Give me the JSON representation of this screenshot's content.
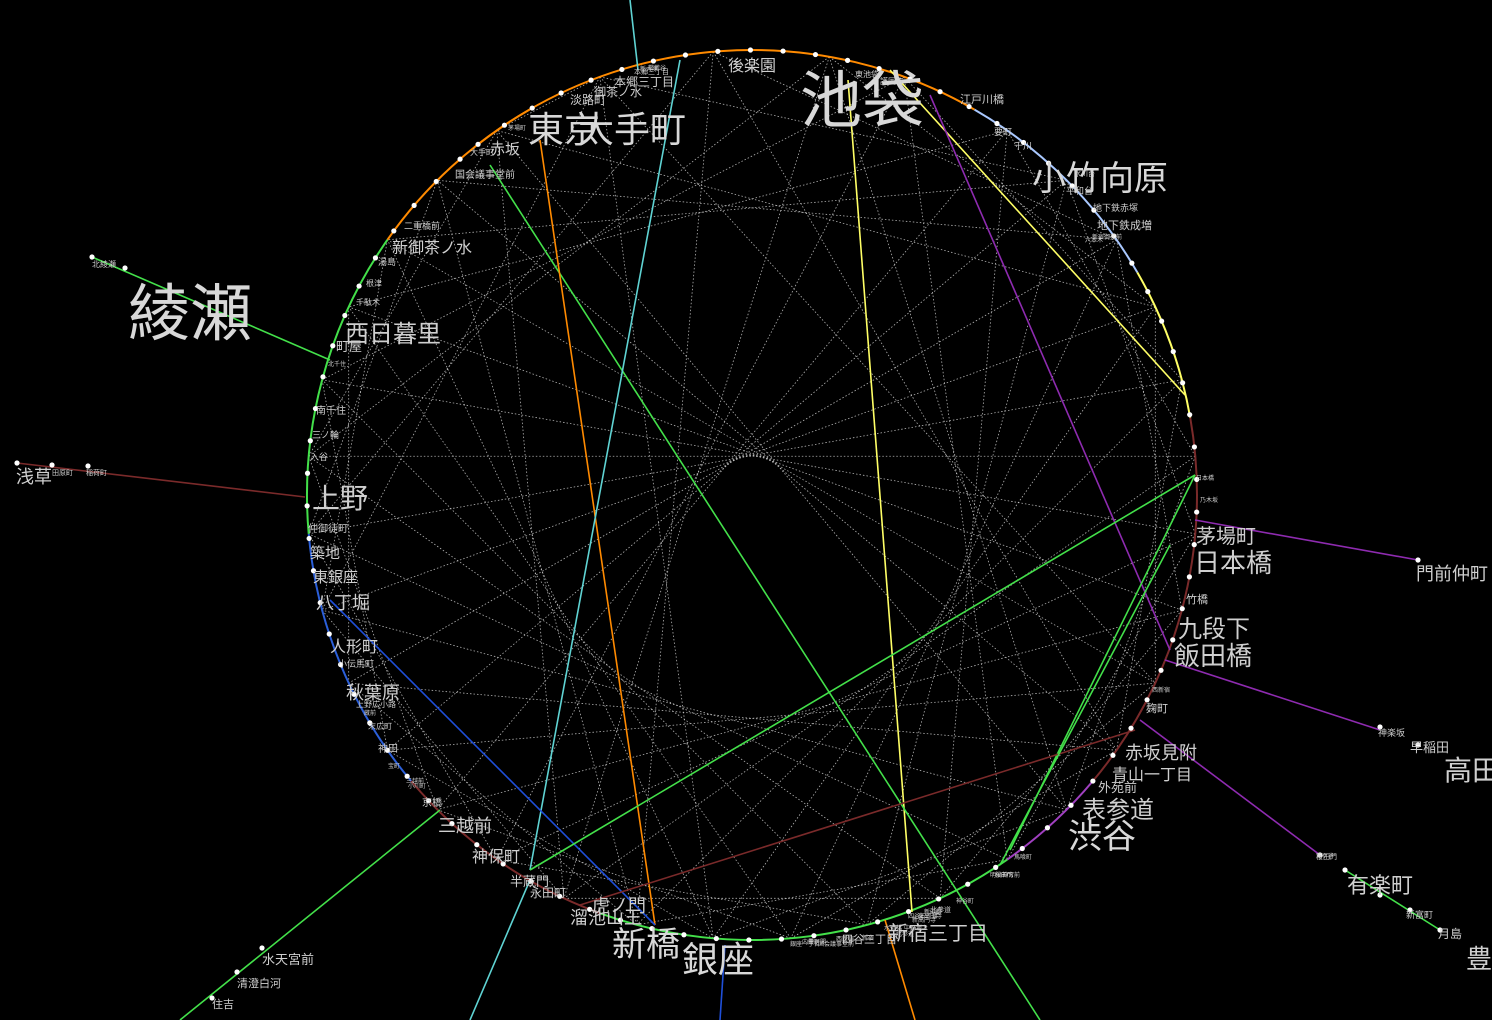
{
  "diagram": {
    "circle_segments": [
      {
        "color": "#ff8a00"
      },
      {
        "color": "#a9c8ff"
      },
      {
        "color": "#ffff66"
      },
      {
        "color": "#7a2a2a"
      },
      {
        "color": "#a040c0"
      },
      {
        "color": "#2b5fd9"
      },
      {
        "color": "#43e04a"
      }
    ],
    "lines": [
      {
        "color": "#5fd3d3",
        "style": "solid"
      },
      {
        "color": "#ffff66",
        "style": "solid"
      },
      {
        "color": "#ffff66",
        "style": "solid"
      },
      {
        "color": "#8e2bb0",
        "style": "solid"
      },
      {
        "color": "#43e04a",
        "style": "solid"
      },
      {
        "color": "#ff8a00",
        "style": "solid"
      },
      {
        "color": "#5fd3d3",
        "style": "solid"
      },
      {
        "color": "#1f4fd9",
        "style": "solid"
      },
      {
        "color": "#43e04a",
        "style": "solid"
      },
      {
        "color": "#43e04a",
        "style": "solid"
      },
      {
        "color": "#7a2a2a",
        "style": "solid"
      },
      {
        "color": "#ff8a00",
        "style": "solid"
      },
      {
        "color": "#43e04a",
        "style": "solid"
      },
      {
        "color": "#5fd3d3",
        "style": "solid"
      },
      {
        "color": "#1f4fd9",
        "style": "solid"
      },
      {
        "color": "#43e04a",
        "style": "solid"
      },
      {
        "color": "#43e04a",
        "style": "solid"
      },
      {
        "color": "#7a2a2a",
        "style": "solid"
      },
      {
        "color": "#8e2bb0",
        "style": "solid"
      },
      {
        "color": "#8e2bb0",
        "style": "solid"
      },
      {
        "color": "#8e2bb0",
        "style": "solid"
      },
      {
        "color": "#43e04a",
        "style": "solid"
      },
      {
        "color": "#cfcfcf",
        "style": "dotted"
      }
    ],
    "labels": [
      {
        "text": "池袋"
      },
      {
        "text": "東京"
      },
      {
        "text": "大手町"
      },
      {
        "text": "小竹向原"
      },
      {
        "text": "綾瀬"
      },
      {
        "text": "西日暮里"
      },
      {
        "text": "上野"
      },
      {
        "text": "八丁堀"
      },
      {
        "text": "秋葉原"
      },
      {
        "text": "人形町"
      },
      {
        "text": "三越前"
      },
      {
        "text": "神保町"
      },
      {
        "text": "茅場町"
      },
      {
        "text": "日本橋"
      },
      {
        "text": "九段下"
      },
      {
        "text": "飯田橋"
      },
      {
        "text": "赤坂見附"
      },
      {
        "text": "青山一丁目"
      },
      {
        "text": "表参道"
      },
      {
        "text": "渋谷"
      },
      {
        "text": "新宿三丁目"
      },
      {
        "text": "新橋"
      },
      {
        "text": "銀座"
      },
      {
        "text": "溜池山王"
      },
      {
        "text": "後楽園"
      },
      {
        "text": "新御茶ノ水"
      },
      {
        "text": "赤坂"
      },
      {
        "text": "国会議事堂前"
      },
      {
        "text": "浅草"
      },
      {
        "text": "門前仲町"
      },
      {
        "text": "有楽町"
      },
      {
        "text": "高田"
      },
      {
        "text": "豊"
      },
      {
        "text": "水天宮前"
      },
      {
        "text": "清澄白河"
      },
      {
        "text": "住吉"
      },
      {
        "text": "神楽坂"
      },
      {
        "text": "早稲田"
      },
      {
        "text": "月島"
      },
      {
        "text": "新富町"
      },
      {
        "text": "半蔵門"
      },
      {
        "text": "永田町"
      },
      {
        "text": "虎ノ門"
      },
      {
        "text": "築地"
      },
      {
        "text": "東銀座"
      },
      {
        "text": "仲御徒町"
      },
      {
        "text": "小伝馬町"
      },
      {
        "text": "神田"
      },
      {
        "text": "京橋"
      },
      {
        "text": "外苑前"
      },
      {
        "text": "麹町"
      },
      {
        "text": "竹橋"
      },
      {
        "text": "地下鉄成増"
      },
      {
        "text": "地下鉄赤塚"
      },
      {
        "text": "平和台"
      },
      {
        "text": "千川"
      },
      {
        "text": "要町"
      },
      {
        "text": "江戸川橋"
      },
      {
        "text": "本郷三丁目"
      },
      {
        "text": "御茶ノ水"
      },
      {
        "text": "淡路町"
      },
      {
        "text": "南千住"
      },
      {
        "text": "三ノ輪"
      },
      {
        "text": "入谷"
      },
      {
        "text": "湯島"
      },
      {
        "text": "根津"
      },
      {
        "text": "千駄木"
      },
      {
        "text": "町屋"
      },
      {
        "text": "二重橋前"
      },
      {
        "text": "四谷三丁目"
      },
      {
        "text": "北千住"
      },
      {
        "text": "北綾瀬"
      },
      {
        "text": "田原町"
      },
      {
        "text": "稲荷町"
      },
      {
        "text": "上野広小路"
      },
      {
        "text": "末広町"
      },
      {
        "text": "三越前"
      },
      {
        "text": "桜田門"
      },
      {
        "text": "銀座一丁目"
      },
      {
        "text": "北参道"
      },
      {
        "text": "明治神宮前"
      },
      {
        "text": "東池袋"
      },
      {
        "text": "護国寺"
      },
      {
        "text": "氷川台"
      },
      {
        "text": "六本木"
      },
      {
        "text": "四谷三丁目"
      },
      {
        "text": "西新宿"
      },
      {
        "text": "本郷三丁目"
      },
      {
        "text": "新大塚"
      },
      {
        "text": "茗荷谷"
      },
      {
        "text": "内幸町"
      },
      {
        "text": "国会議事堂前"
      },
      {
        "text": "霞ケ関"
      },
      {
        "text": "新宿"
      },
      {
        "text": "水道橋"
      },
      {
        "text": "神谷町"
      },
      {
        "text": "馬喰町"
      },
      {
        "text": "蔵前"
      },
      {
        "text": "宝町"
      },
      {
        "text": "小川町"
      },
      {
        "text": "大手町"
      },
      {
        "text": "茅場町"
      },
      {
        "text": "日本橋"
      },
      {
        "text": "乃木坂"
      },
      {
        "text": "新宿御苑前"
      },
      {
        "text": "北参道"
      },
      {
        "text": "桜田門"
      },
      {
        "text": "市ケ谷"
      },
      {
        "text": "西新宿"
      },
      {
        "text": "新高円寺"
      },
      {
        "text": "中野坂上"
      },
      {
        "text": "東高円寺"
      },
      {
        "text": "新中野"
      }
    ]
  }
}
